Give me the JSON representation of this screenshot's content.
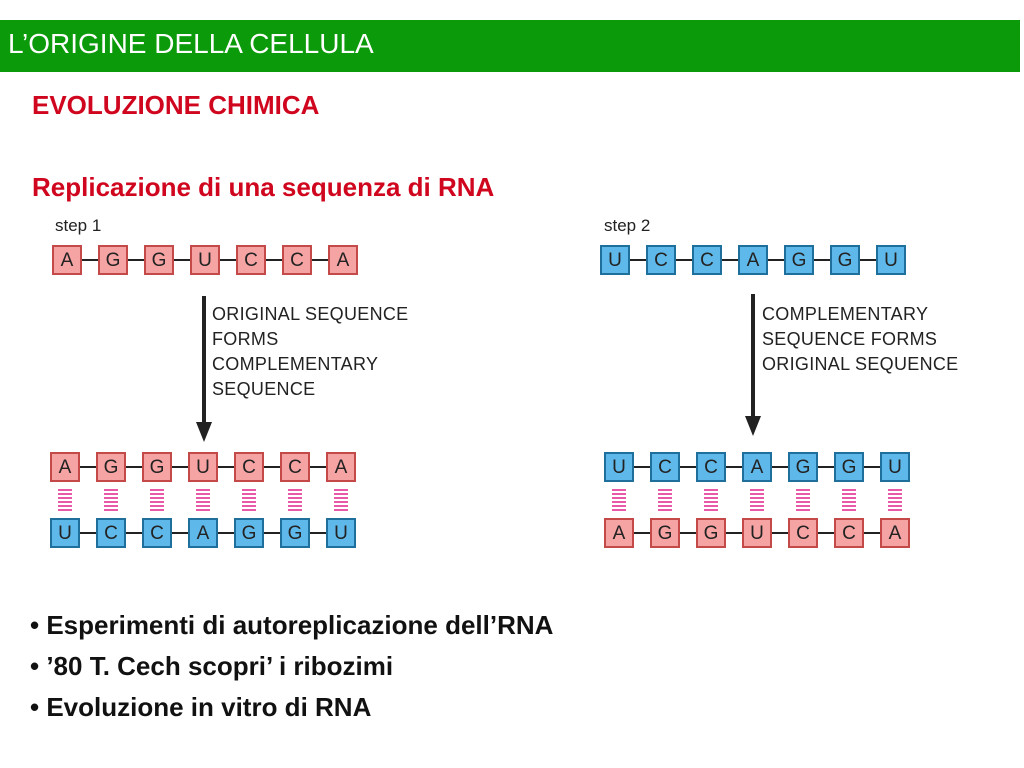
{
  "slide_title": "L’ORIGINE DELLA CELLULA",
  "heading": "EVOLUZIONE CHIMICA",
  "subheading": "Replicazione di una sequenza di RNA",
  "colors": {
    "title_bar": "#0a9a0a",
    "heading_red": "#d0051e",
    "red_base": "#f5a3a3",
    "blue_base": "#5fb8ea",
    "pairing": "#e85aa8"
  },
  "step1": {
    "label": "step 1",
    "original": [
      "A",
      "G",
      "G",
      "U",
      "C",
      "C",
      "A"
    ],
    "note": [
      "ORIGINAL SEQUENCE",
      "FORMS",
      "COMPLEMENTARY",
      "SEQUENCE"
    ],
    "top_strand": [
      "A",
      "G",
      "G",
      "U",
      "C",
      "C",
      "A"
    ],
    "bottom_strand": [
      "U",
      "C",
      "C",
      "A",
      "G",
      "G",
      "U"
    ]
  },
  "step2": {
    "label": "step 2",
    "original": [
      "U",
      "C",
      "C",
      "A",
      "G",
      "G",
      "U"
    ],
    "note": [
      "COMPLEMENTARY",
      "SEQUENCE FORMS",
      "ORIGINAL SEQUENCE"
    ],
    "top_strand": [
      "U",
      "C",
      "C",
      "A",
      "G",
      "G",
      "U"
    ],
    "bottom_strand": [
      "A",
      "G",
      "G",
      "U",
      "C",
      "C",
      "A"
    ]
  },
  "bullets": [
    "Esperimenti di autoreplicazione dell’RNA",
    "’80 T. Cech scopri’ i ribozimi",
    "Evoluzione in vitro di RNA"
  ]
}
